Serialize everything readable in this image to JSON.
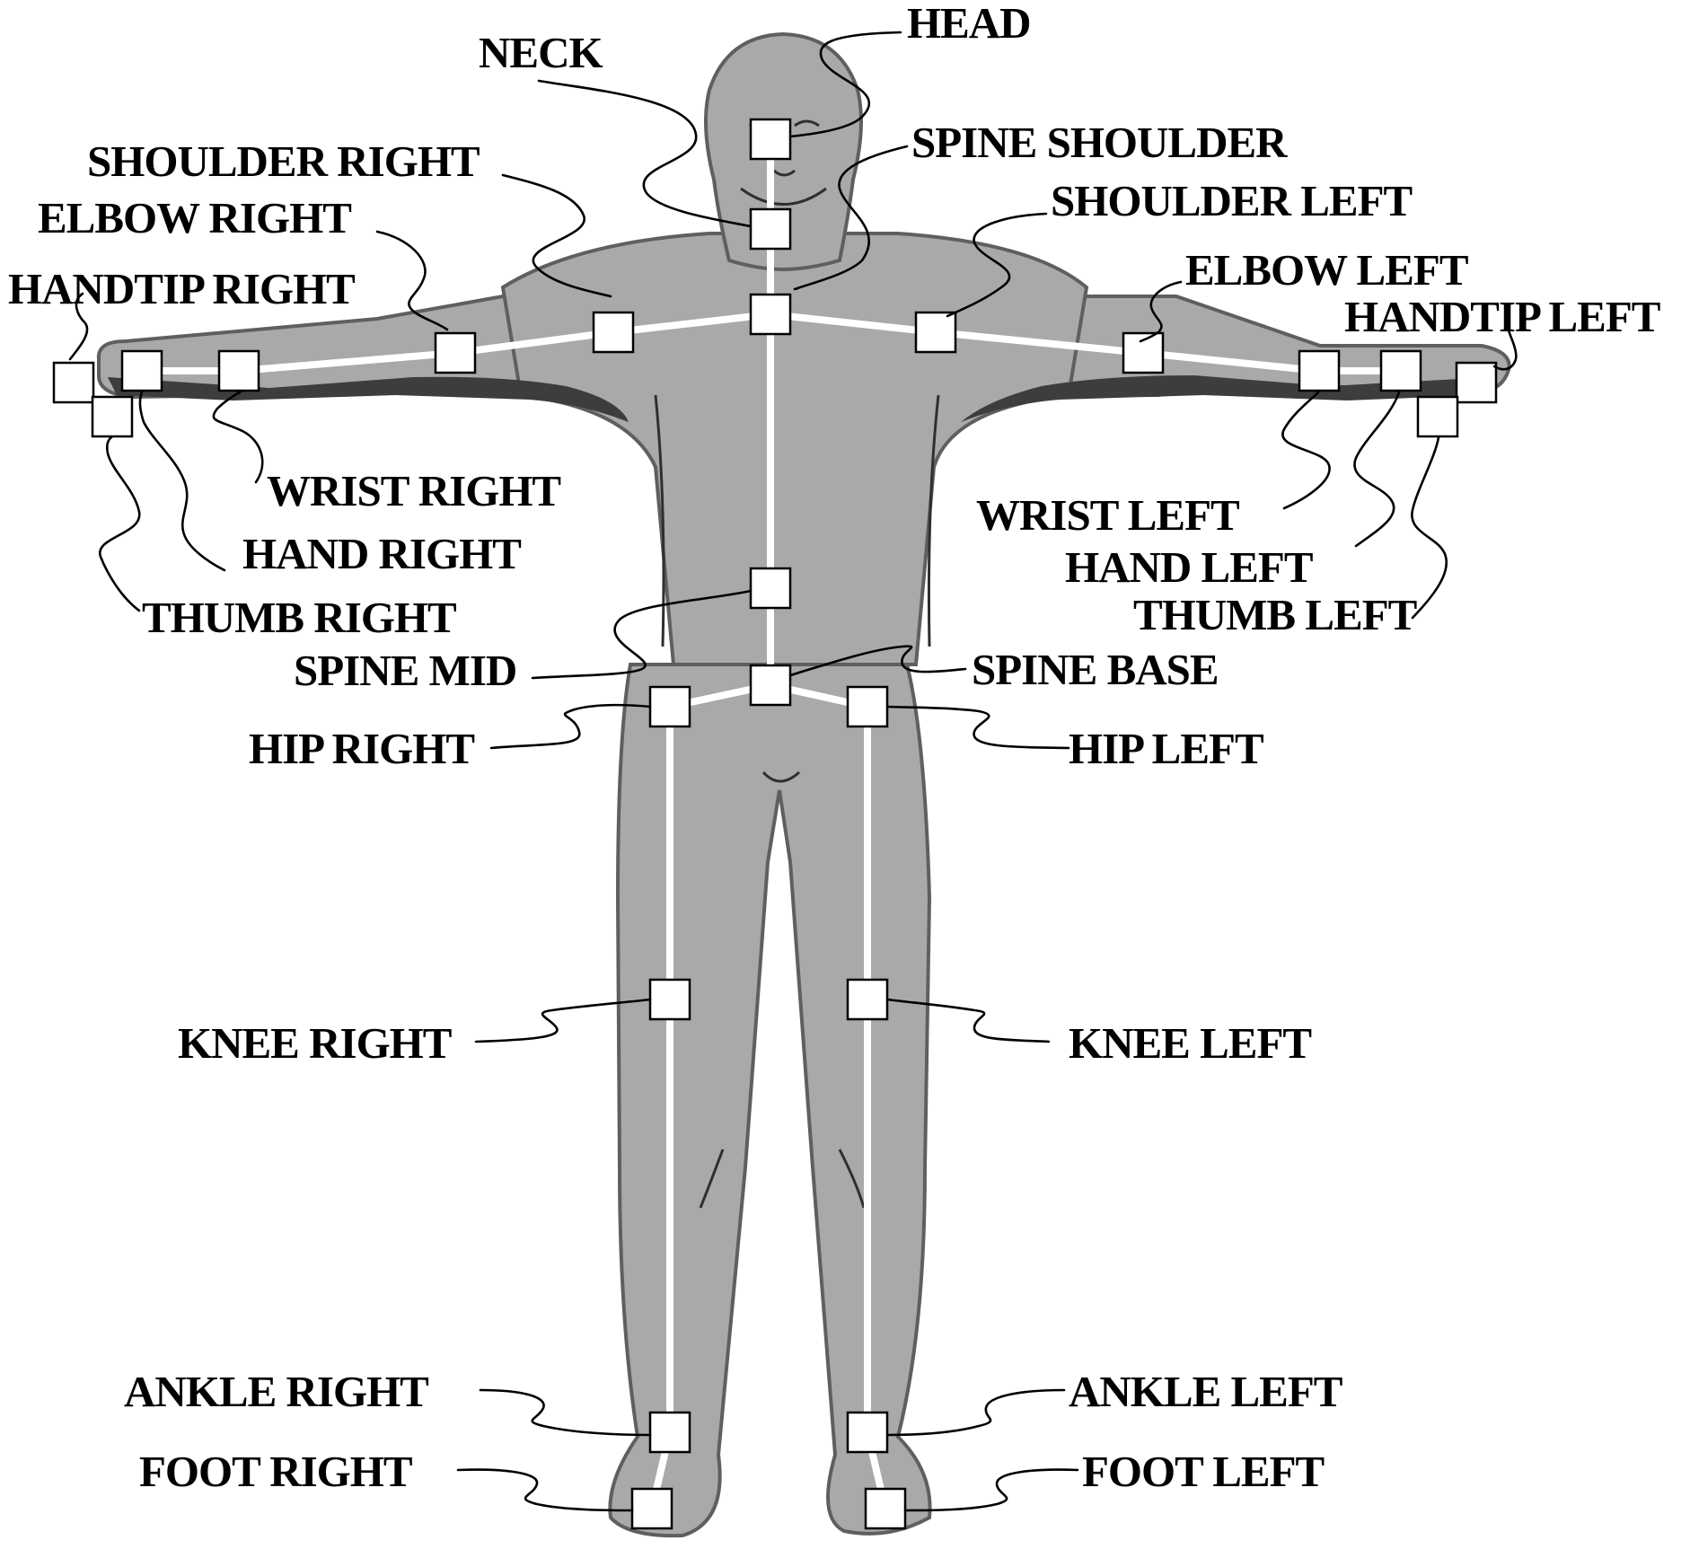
{
  "diagram": {
    "colors": {
      "background": "#ffffff",
      "body": "#a9a9a9",
      "body_shadow": "#3d3d3d",
      "bone": "#ffffff",
      "joint_box": "#ffffff",
      "text": "#000000"
    },
    "joints": {
      "head": "HEAD",
      "neck": "NECK",
      "spine_shoulder": "SPINE SHOULDER",
      "shoulder_right": "SHOULDER RIGHT",
      "shoulder_left": "SHOULDER LEFT",
      "elbow_right": "ELBOW RIGHT",
      "elbow_left": "ELBOW LEFT",
      "handtip_right": "HANDTIP RIGHT",
      "handtip_left": "HANDTIP LEFT",
      "wrist_right": "WRIST RIGHT",
      "wrist_left": "WRIST LEFT",
      "hand_right": "HAND RIGHT",
      "hand_left": "HAND LEFT",
      "thumb_right": "THUMB RIGHT",
      "thumb_left": "THUMB LEFT",
      "spine_mid": "SPINE MID",
      "spine_base": "SPINE BASE",
      "hip_right": "HIP RIGHT",
      "hip_left": "HIP LEFT",
      "knee_right": "KNEE RIGHT",
      "knee_left": "KNEE LEFT",
      "ankle_right": "ANKLE RIGHT",
      "ankle_left": "ANKLE LEFT",
      "foot_right": "FOOT RIGHT",
      "foot_left": "FOOT LEFT"
    }
  }
}
